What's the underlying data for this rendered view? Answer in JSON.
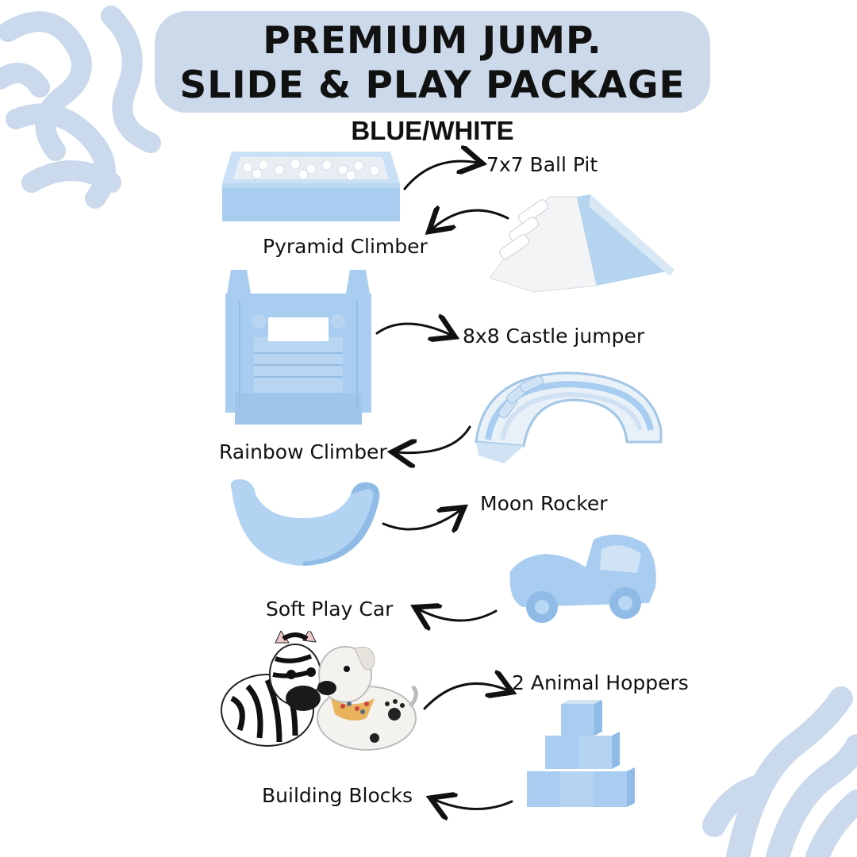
{
  "title": {
    "line1": "PREMIUM JUMP.",
    "line2": "SLIDE & PLAY PACKAGE"
  },
  "subtitle": "BLUE/WHITE",
  "items": [
    {
      "label": "7x7 Ball Pit",
      "icon": "ball-pit-image"
    },
    {
      "label": "Pyramid Climber",
      "icon": "pyramid-climber-image"
    },
    {
      "label": "8x8 Castle jumper",
      "icon": "castle-jumper-image"
    },
    {
      "label": "Rainbow Climber",
      "icon": "rainbow-climber-image"
    },
    {
      "label": "Moon Rocker",
      "icon": "moon-rocker-image"
    },
    {
      "label": "Soft Play Car",
      "icon": "soft-play-car-image"
    },
    {
      "label": "2 Animal Hoppers",
      "icon": "animal-hoppers-image"
    },
    {
      "label": "Building Blocks",
      "icon": "building-blocks-image"
    }
  ],
  "colors": {
    "pill": "#cbd9ea",
    "product_blue": "#a9cdf0",
    "decoration": "#c9d8ea"
  }
}
